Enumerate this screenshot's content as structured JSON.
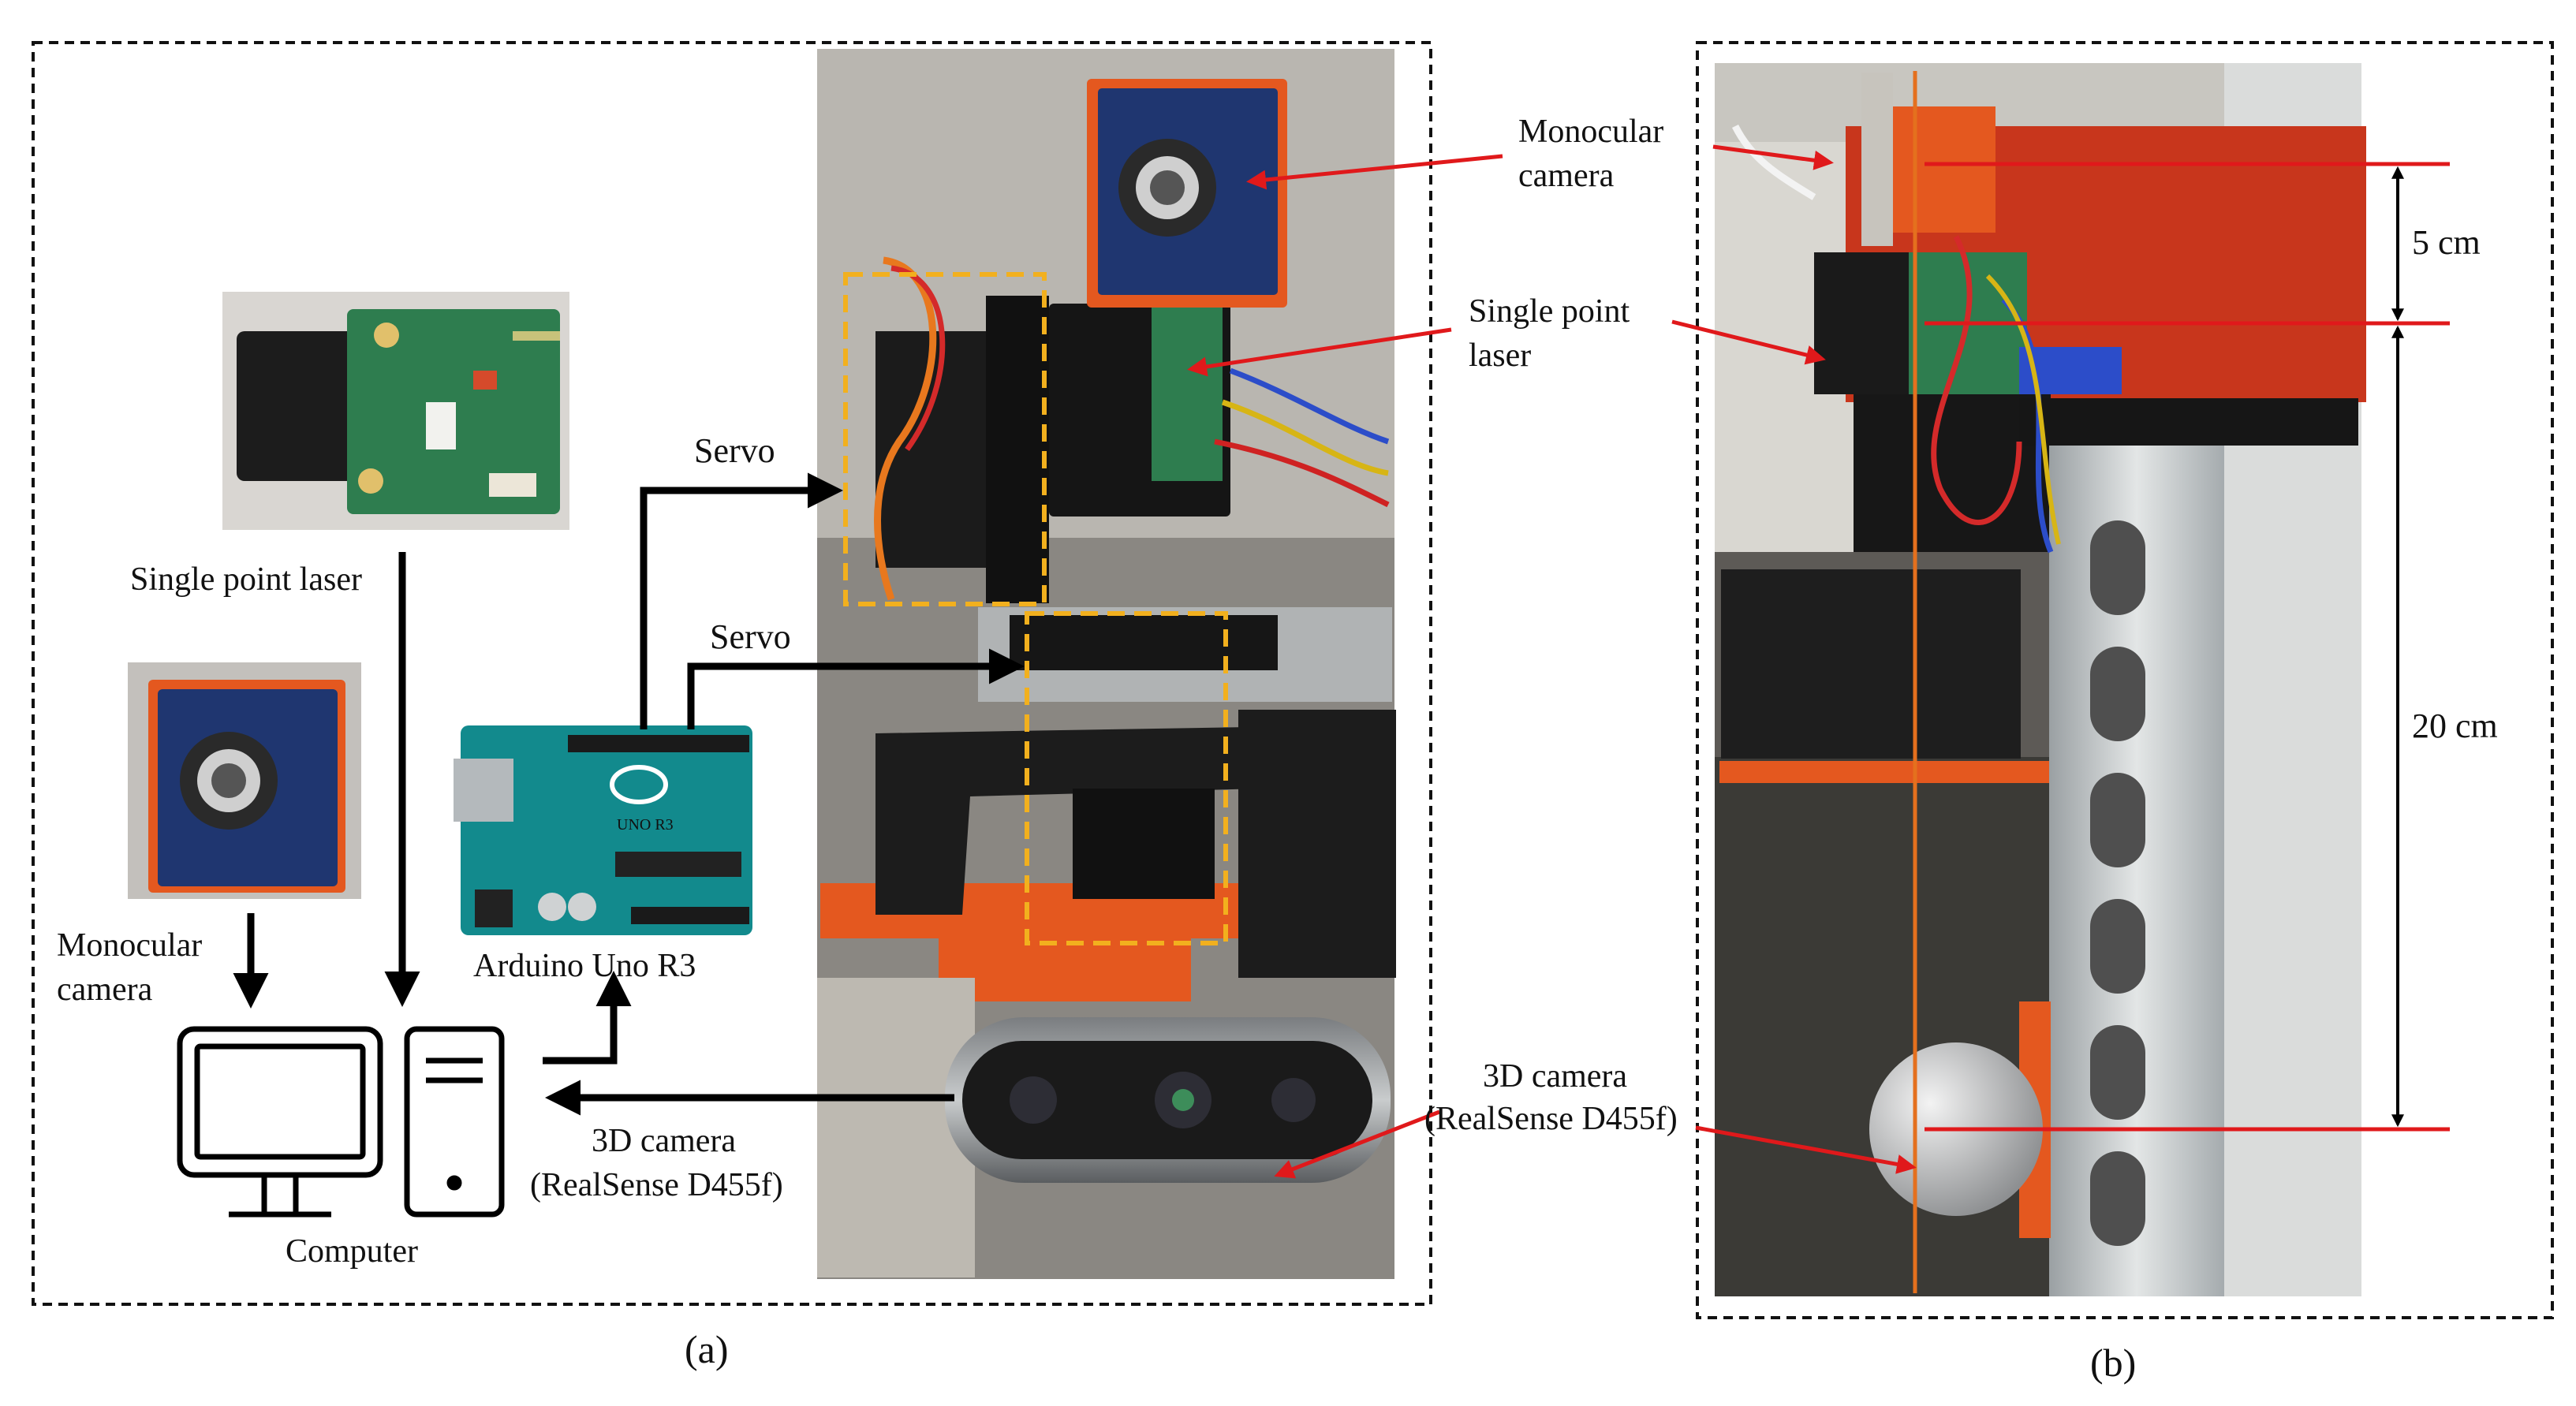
{
  "panel_a": {
    "caption": "(a)",
    "labels": {
      "single_point_laser": "Single point laser",
      "monocular_line1": "Monocular",
      "monocular_line2": "camera",
      "computer": "Computer",
      "arduino": "Arduino Uno R3",
      "servo_top": "Servo",
      "servo_bottom": "Servo",
      "cam3d_line1": "3D camera",
      "cam3d_line2": "(RealSense D455f)",
      "photo_cam3d_line1": "3D camera",
      "photo_cam3d_line2": "(RealSense D455f)",
      "photo_mono_line1": "Monocular",
      "photo_mono_line2": "camera",
      "photo_laser_line1": "Single point",
      "photo_laser_line2": "laser",
      "board_text": "UNO R3"
    }
  },
  "panel_b": {
    "caption": "(b)",
    "labels": {
      "mono_line1": "Monocular",
      "mono_line2": "camera",
      "laser_line1": "Single point",
      "laser_line2": "laser",
      "dim_5": "5 cm",
      "dim_20": "20 cm",
      "cam3d_line1": "3D camera",
      "cam3d_line2": "(RealSense D455f)"
    }
  },
  "colors": {
    "arrow_red": "#e0191b",
    "highlight_box": "#f2b01e",
    "orange_mount": "#e4581f",
    "pcb_green": "#1f7a4a",
    "arduino_teal": "#128a8d"
  }
}
